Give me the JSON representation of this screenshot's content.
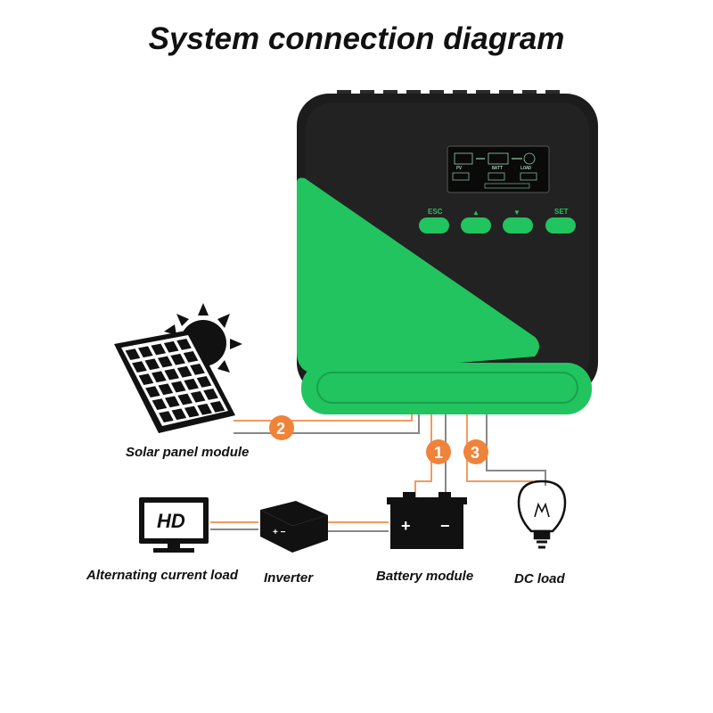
{
  "title": "System connection diagram",
  "controller": {
    "buttons": [
      {
        "label": "ESC"
      },
      {
        "label": "▲"
      },
      {
        "label": "▼"
      },
      {
        "label": "SET"
      }
    ],
    "lcd": {
      "pv": "PV",
      "batt": "BATT",
      "load": "LOAD"
    },
    "colors": {
      "body": "#1b1b1b",
      "accent": "#21c45e",
      "wire": "#f29a62",
      "badge": "#f0833a"
    }
  },
  "badges": [
    "1",
    "2",
    "3"
  ],
  "labels": {
    "solar": "Solar panel module",
    "ac_load": "Alternating current load",
    "inverter": "Inverter",
    "battery": "Battery module",
    "dc_load": "DC load"
  },
  "icons": {
    "monitor_text": "HD",
    "battery_plus": "+",
    "battery_minus": "−",
    "inverter_sign": "+ −"
  }
}
